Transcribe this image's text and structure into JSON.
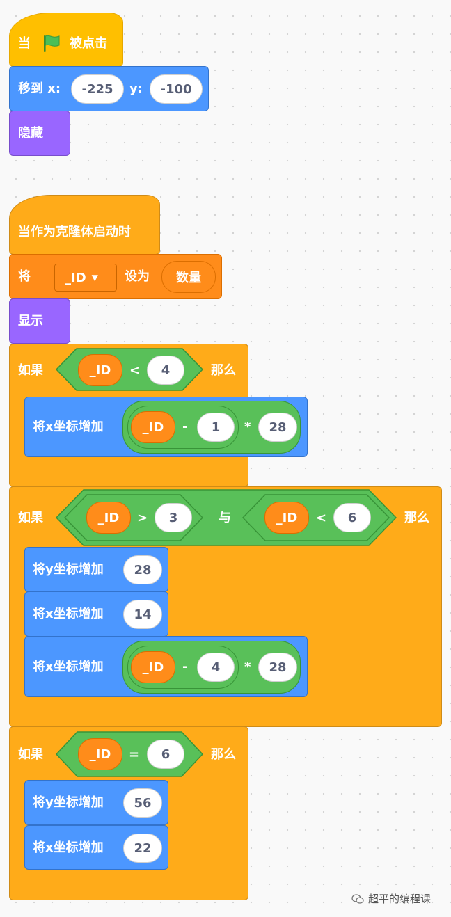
{
  "scripts": [
    {
      "when_flag": {
        "prefix": "当",
        "suffix": "被点击"
      },
      "goto": {
        "label": "移到 x:",
        "x_value": "-225",
        "y_label": "y:",
        "y_value": "-100"
      },
      "hide": "隐藏"
    },
    {
      "clone_hat": "当作为克隆体启动时",
      "set_var": {
        "label": "将",
        "variable": "_ID",
        "set_to": "设为",
        "value": "数量"
      },
      "show": "显示",
      "if1": {
        "label_if": "如果",
        "label_then": "那么",
        "cond": {
          "left": "_ID",
          "op": "<",
          "right": "4"
        },
        "body": [
          {
            "label": "将x坐标增加",
            "expr": {
              "var": "_ID",
              "minus": "-",
              "sub": "1",
              "times": "*",
              "mul": "28"
            }
          }
        ]
      },
      "if2": {
        "label_if": "如果",
        "label_then": "那么",
        "cond": {
          "left": {
            "var": "_ID",
            "op": ">",
            "val": "3"
          },
          "and": "与",
          "right": {
            "var": "_ID",
            "op": "<",
            "val": "6"
          }
        },
        "body": [
          {
            "label": "将y坐标增加",
            "value": "28"
          },
          {
            "label": "将x坐标增加",
            "value": "14"
          },
          {
            "label": "将x坐标增加",
            "expr": {
              "var": "_ID",
              "minus": "-",
              "sub": "4",
              "times": "*",
              "mul": "28"
            }
          }
        ]
      },
      "if3": {
        "label_if": "如果",
        "label_then": "那么",
        "cond": {
          "left": "_ID",
          "op": "=",
          "right": "6"
        },
        "body": [
          {
            "label": "将y坐标增加",
            "value": "56"
          },
          {
            "label": "将x坐标增加",
            "value": "22"
          }
        ]
      }
    }
  ],
  "watermark": "超平的编程课",
  "icons": {
    "flag": "green-flag-icon",
    "dropdown": "dropdown-arrow-icon",
    "watermark": "wechat-icon"
  },
  "colors": {
    "events": "#ffbf00",
    "motion": "#4c97ff",
    "looks": "#9966ff",
    "control": "#ffab19",
    "variables": "#ff8c1a",
    "operators": "#59c059"
  }
}
